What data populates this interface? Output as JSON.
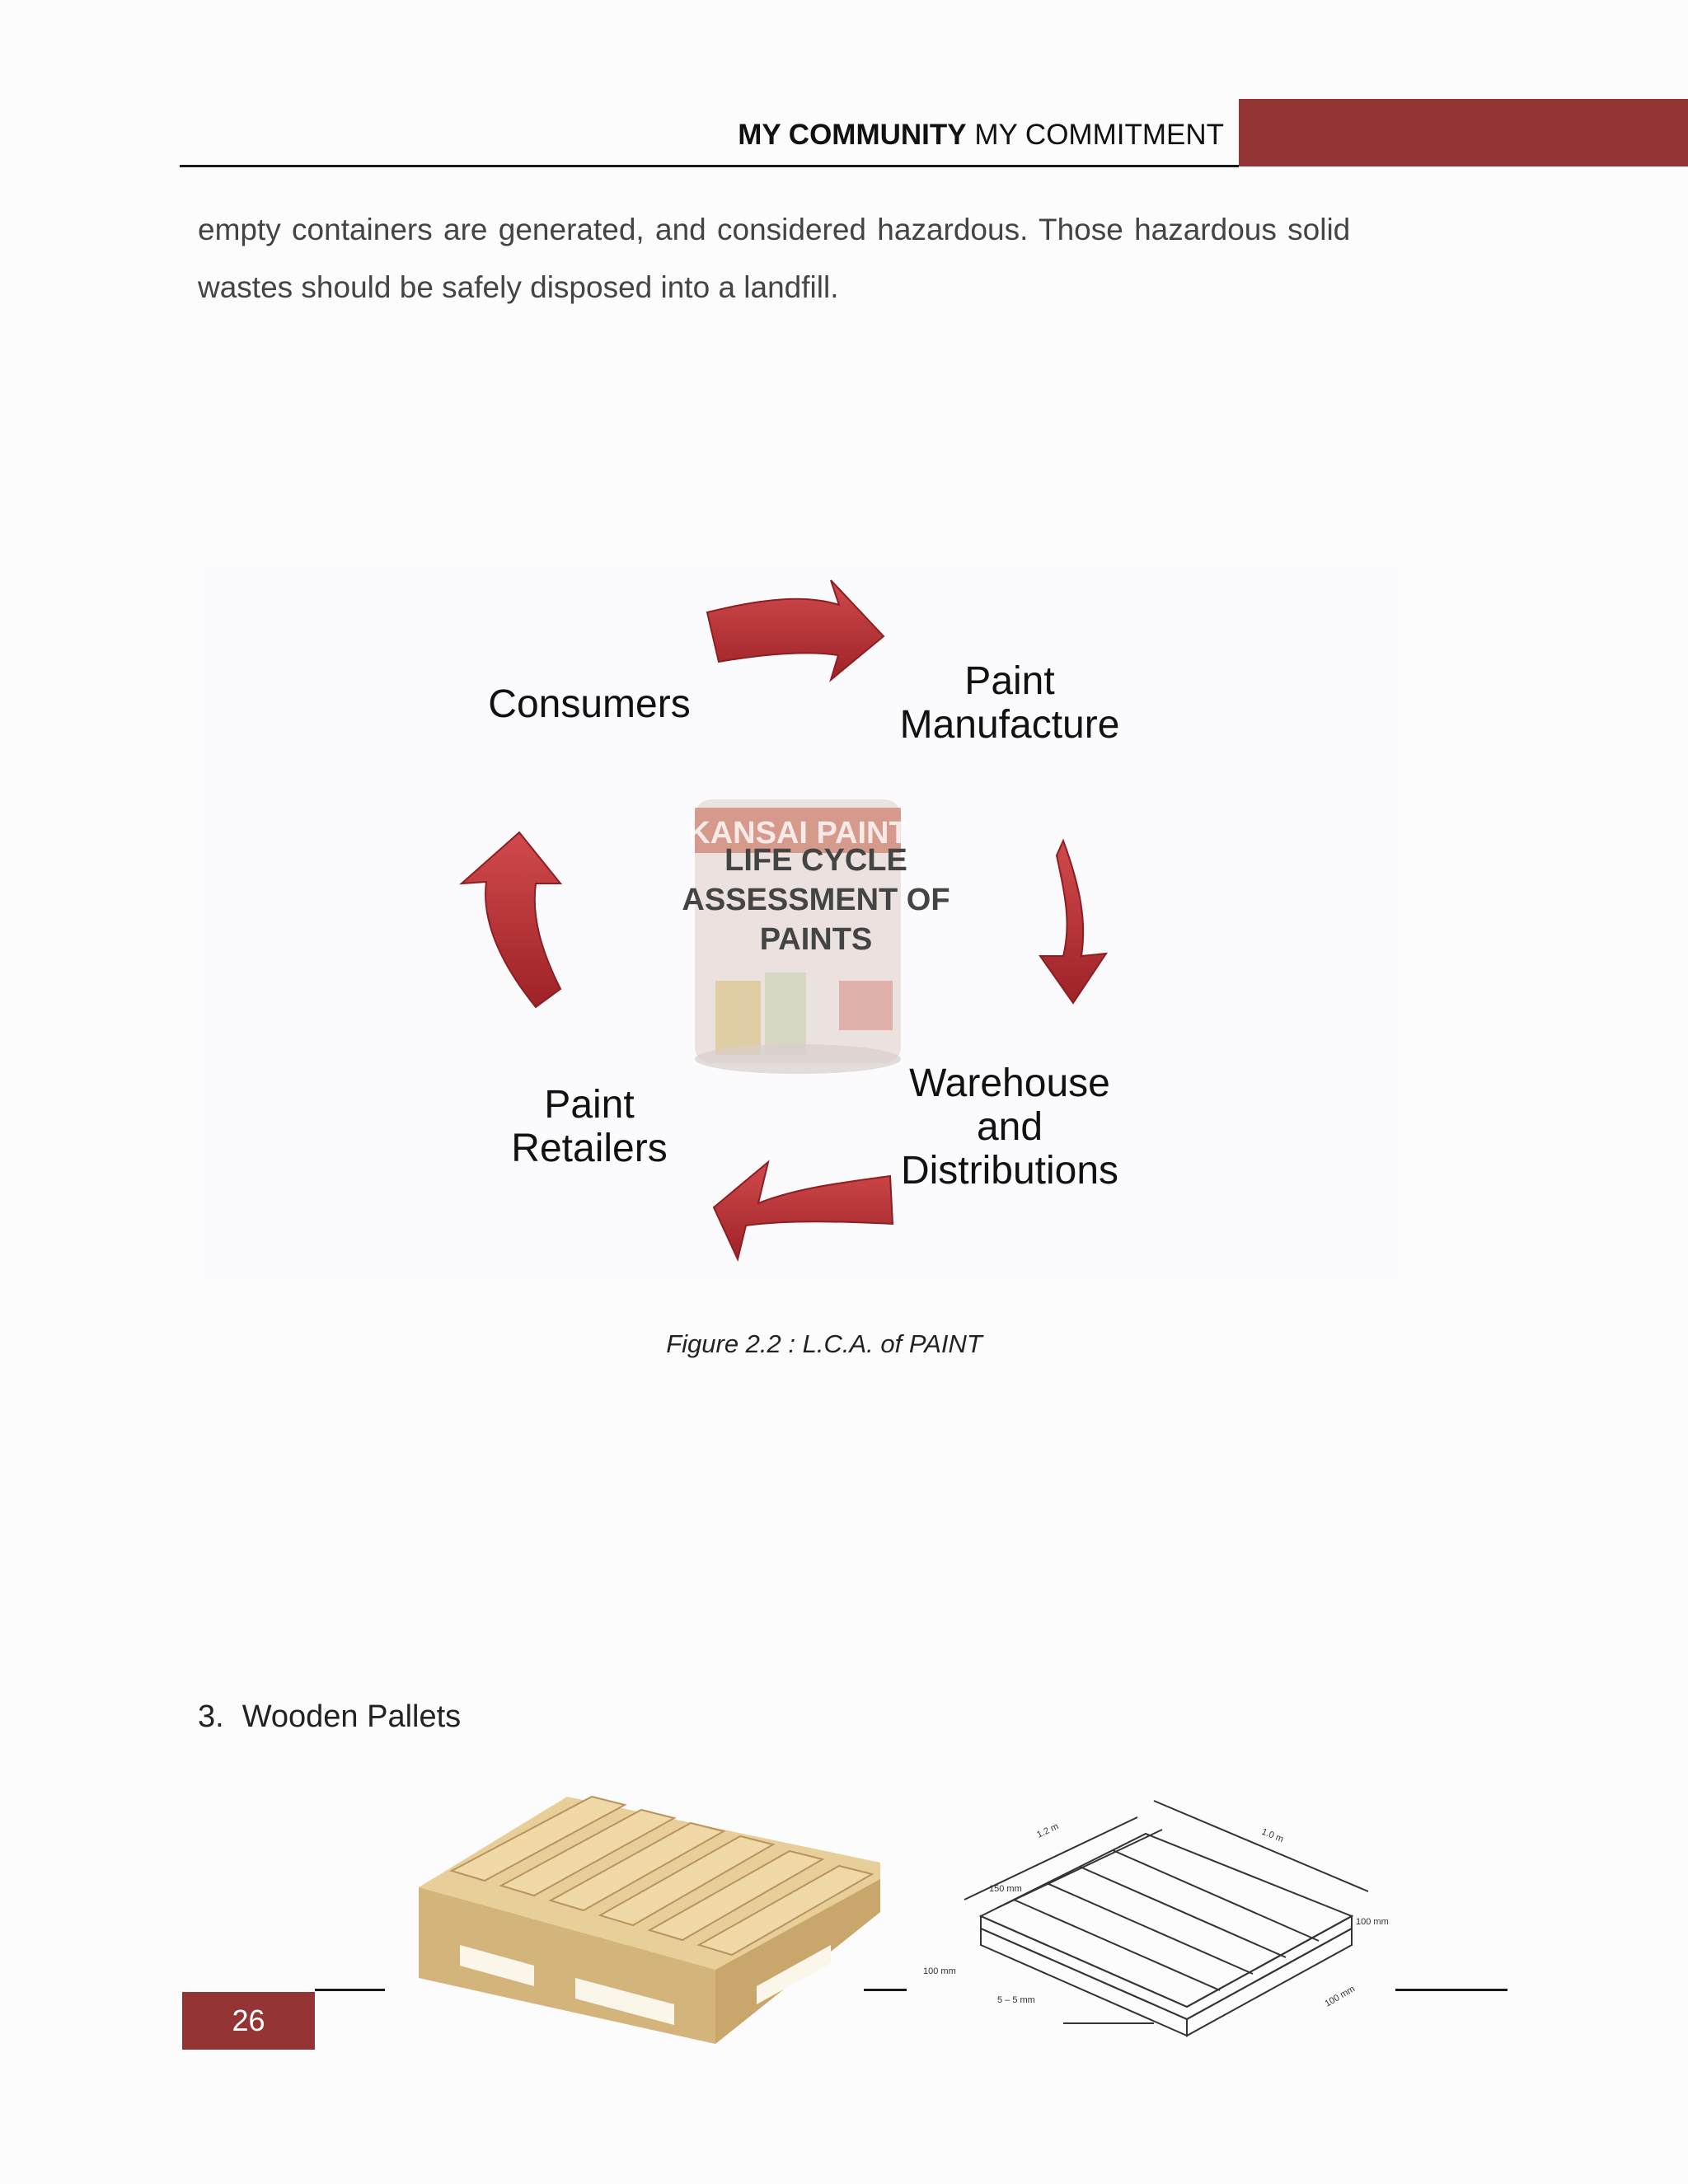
{
  "header": {
    "title_bold": "MY COMMUNITY",
    "title_rest": " MY COMMITMENT"
  },
  "body_text": {
    "line1": "empty containers are generated, and considered hazardous. Those hazardous solid",
    "line2": "wastes should be safely disposed into a landfill."
  },
  "diagram": {
    "nodes": {
      "manufacture": [
        "Paint",
        "Manufacture"
      ],
      "warehouse": [
        "Warehouse",
        "and",
        "Distributions"
      ],
      "retailers": [
        "Paint",
        "Retailers"
      ],
      "consumers": [
        "Consumers"
      ]
    },
    "center_label": [
      "LIFE CYCLE",
      "ASSESSMENT OF",
      "PAINTS"
    ],
    "can_brand": "KANSAI PAINT",
    "arrow_color": "#b82b2f"
  },
  "caption": "Figure 2.2 : L.C.A. of PAINT",
  "list": {
    "number": "3.",
    "label": "Wooden Pallets"
  },
  "pallet_drawing": {
    "dims": [
      "1.2 m",
      "1.0 m",
      "150 mm",
      "100 mm",
      "100 mm",
      "100 mm",
      "5 – 5 mm"
    ]
  },
  "footer": {
    "page_number": "26"
  },
  "colors": {
    "accent": "#953434",
    "arrow": "#b82b2f"
  }
}
